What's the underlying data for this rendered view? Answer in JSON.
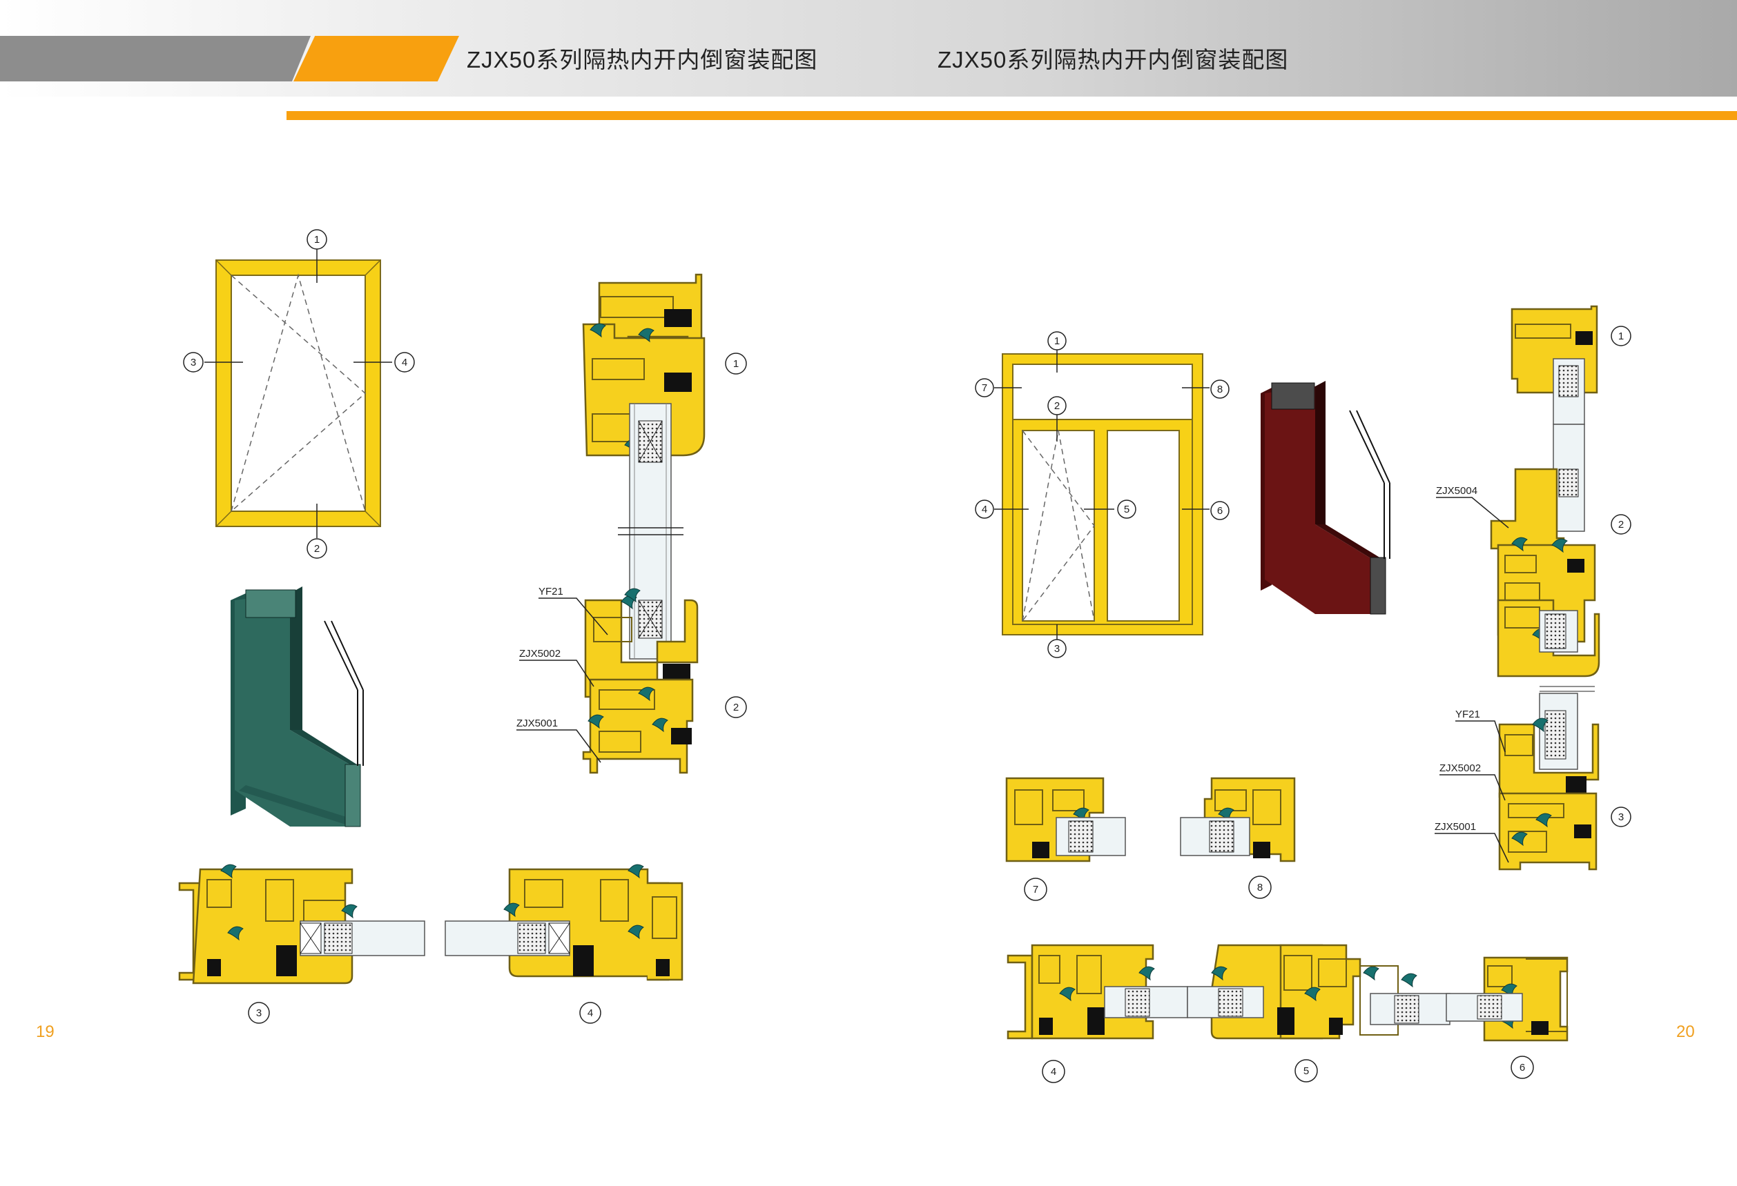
{
  "header": {
    "title_left": "ZJX50系列隔热内开内倒窗装配图",
    "title_right": "ZJX50系列隔热内开内倒窗装配图"
  },
  "pages": {
    "left_number": "19",
    "right_number": "20"
  },
  "colors": {
    "accent_orange": "#f8a00f",
    "header_grey": "#8d8d8d",
    "frame_yellow": "#f7d117",
    "profile_green": "#2e6a5e",
    "profile_red": "#6b1414",
    "gasket_teal": "#17706e"
  },
  "left_page": {
    "elevation_labels": [
      "1",
      "2",
      "3",
      "4"
    ],
    "vertical_section": {
      "labels": [
        "1",
        "2"
      ],
      "parts": [
        "YF21",
        "ZJX5002",
        "ZJX5001"
      ]
    },
    "horizontal_sections": [
      "3",
      "4"
    ]
  },
  "right_page": {
    "elevation_labels": [
      "1",
      "2",
      "3",
      "4",
      "5",
      "6",
      "7",
      "8"
    ],
    "vertical_section": {
      "labels": [
        "1",
        "2",
        "3"
      ],
      "parts": [
        "ZJX5004",
        "YF21",
        "ZJX5002",
        "ZJX5001"
      ]
    },
    "small_sections": [
      "7",
      "8"
    ],
    "horizontal_sections": [
      "4",
      "5",
      "6"
    ]
  }
}
